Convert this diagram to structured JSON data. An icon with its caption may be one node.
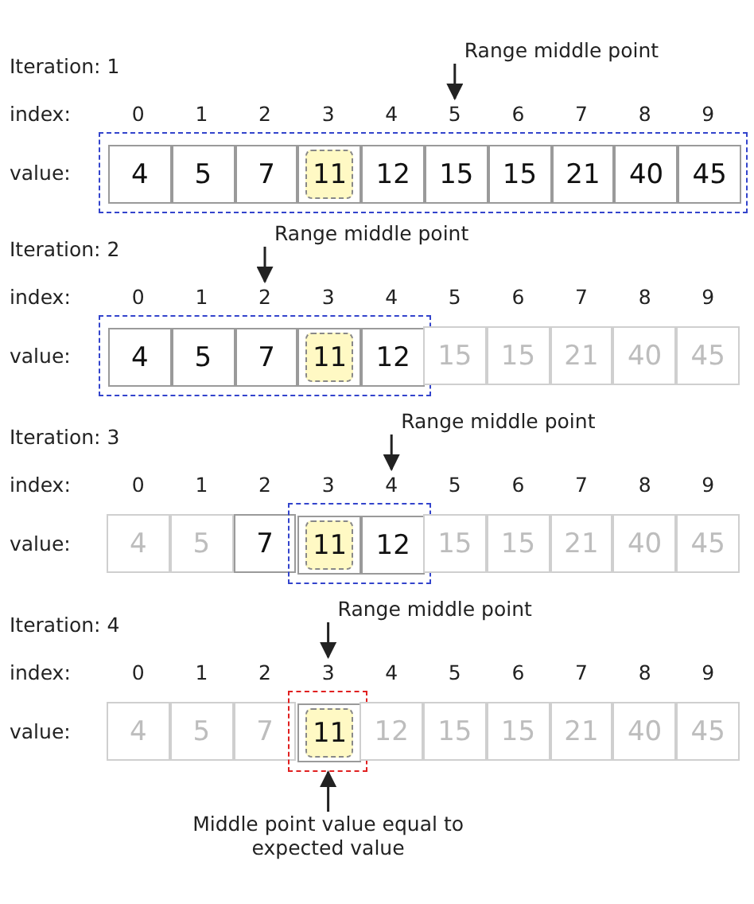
{
  "diagram": {
    "nodes": [
      {
        "text": [
          "Range middle point"
        ]
      },
      {
        "text": [],
        "shape": "box"
      },
      {
        "text": [
          "4"
        ],
        "in": 1
      },
      {
        "text": [
          "5"
        ],
        "in": 1
      },
      {
        "text": [
          "7"
        ],
        "in": 1
      },
      {
        "text": [
          "11"
        ],
        "in": 1
      },
      {
        "text": [
          "12"
        ],
        "in": 1
      },
      {
        "text": [
          "15"
        ],
        "in": 1
      },
      {
        "text": [
          "15"
        ],
        "in": 1
      },
      {
        "text": [
          "21"
        ],
        "in": 1
      },
      {
        "text": [
          "40"
        ],
        "in": 1
      },
      {
        "text": [
          "45"
        ],
        "in": 1
      },
      {
        "text": [
          "Range middle point"
        ]
      },
      {
        "text": [],
        "shape": "box"
      },
      {
        "text": [
          "4"
        ],
        "in": 13
      },
      {
        "text": [
          "5"
        ],
        "in": 13
      },
      {
        "text": [
          "7"
        ],
        "in": 13
      },
      {
        "text": [
          "11"
        ],
        "in": 13
      },
      {
        "text": [
          "12"
        ],
        "in": 13
      },
      {
        "text": [
          "15"
        ]
      },
      {
        "text": [
          "15"
        ]
      },
      {
        "text": [
          "21"
        ]
      },
      {
        "text": [
          "40"
        ]
      },
      {
        "text": [
          "45"
        ]
      },
      {
        "text": [
          "Range middle point"
        ]
      },
      {
        "text": [
          "4"
        ]
      },
      {
        "text": [
          "5"
        ]
      },
      {
        "text": [
          "7"
        ]
      },
      {
        "text": [],
        "shape": "box"
      },
      {
        "text": [
          "11"
        ],
        "in": 28
      },
      {
        "text": [
          "12"
        ],
        "in": 28
      },
      {
        "text": [
          "15"
        ]
      },
      {
        "text": [
          "15"
        ]
      },
      {
        "text": [
          "21"
        ]
      },
      {
        "text": [
          "40"
        ]
      },
      {
        "text": [
          "45"
        ]
      },
      {
        "text": [
          "Range middle point"
        ]
      },
      {
        "text": [
          "4"
        ]
      },
      {
        "text": [
          "5"
        ]
      },
      {
        "text": [
          "7"
        ]
      },
      {
        "text": [],
        "shape": "box"
      },
      {
        "text": [
          "11"
        ],
        "in": 40
      },
      {
        "text": [
          "12"
        ]
      },
      {
        "text": [
          "15"
        ]
      },
      {
        "text": [
          "15"
        ]
      },
      {
        "text": [
          "21"
        ]
      },
      {
        "text": [
          "40"
        ]
      },
      {
        "text": [
          "45"
        ]
      },
      {
        "text": [
          "Middle point value equal to expected value"
        ]
      }
    ],
    "edges": [
      {
        "from": 0,
        "to": 1,
        "arrow": "to"
      },
      {
        "from": 12,
        "to": 13,
        "arrow": "to"
      },
      {
        "from": 24,
        "to": 28,
        "arrow": "to"
      },
      {
        "from": 36,
        "to": 40,
        "arrow": "to"
      },
      {
        "from": 48,
        "to": 40,
        "arrow": "to"
      }
    ],
    "labels": [
      "Iteration: 1",
      "index:",
      "0",
      "1",
      "2",
      "3",
      "4",
      "5",
      "6",
      "7",
      "8",
      "9",
      "value:",
      "Iteration: 2",
      "index:",
      "0",
      "1",
      "2",
      "3",
      "4",
      "5",
      "6",
      "7",
      "8",
      "9",
      "value:",
      "Iteration: 3",
      "index:",
      "0",
      "1",
      "2",
      "3",
      "4",
      "5",
      "6",
      "7",
      "8",
      "9",
      "value:",
      "Iteration: 4",
      "index:",
      "0",
      "1",
      "2",
      "3",
      "4",
      "5",
      "6",
      "7",
      "8",
      "9",
      "value:"
    ]
  }
}
